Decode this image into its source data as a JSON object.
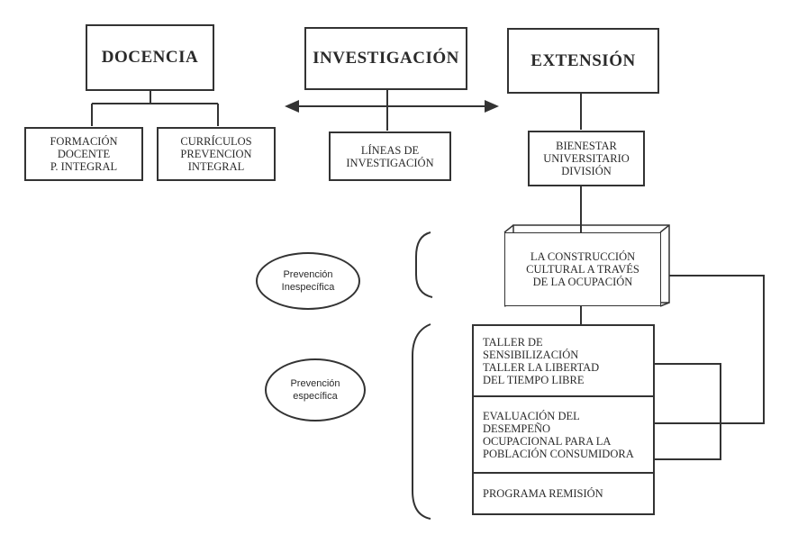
{
  "top_boxes": {
    "docencia": "DOCENCIA",
    "investigacion": "INVESTIGACIÓN",
    "extension": "EXTENSIÓN"
  },
  "sub_boxes": {
    "formacion": "FORMACIÓN\nDOCENTE\nP. INTEGRAL",
    "curriculos": "CURRÍCULOS\nPREVENCION\nINTEGRAL",
    "lineas": "LÍNEAS DE\nINVESTIGACIÓN",
    "bienestar": "BIENESTAR\nUNIVERSITARIO\nDIVISIÓN"
  },
  "construccion": "LA CONSTRUCCIÓN\nCULTURAL A TRAVÉS\nDE LA OCUPACIÓN",
  "ellipses": {
    "inespecifica": "Prevención\nInespecífica",
    "especifica": "Prevención\nespecífica"
  },
  "program_box": {
    "taller": "TALLER DE\nSENSIBILIZACIÓN\nTALLER LA LIBERTAD\nDEL TIEMPO LIBRE",
    "evaluacion": "EVALUACIÓN DEL\nDESEMPEÑO\nOCUPACIONAL PARA LA\nPOBLACIÓN CONSUMIDORA",
    "remision": "PROGRAMA REMISIÓN"
  }
}
